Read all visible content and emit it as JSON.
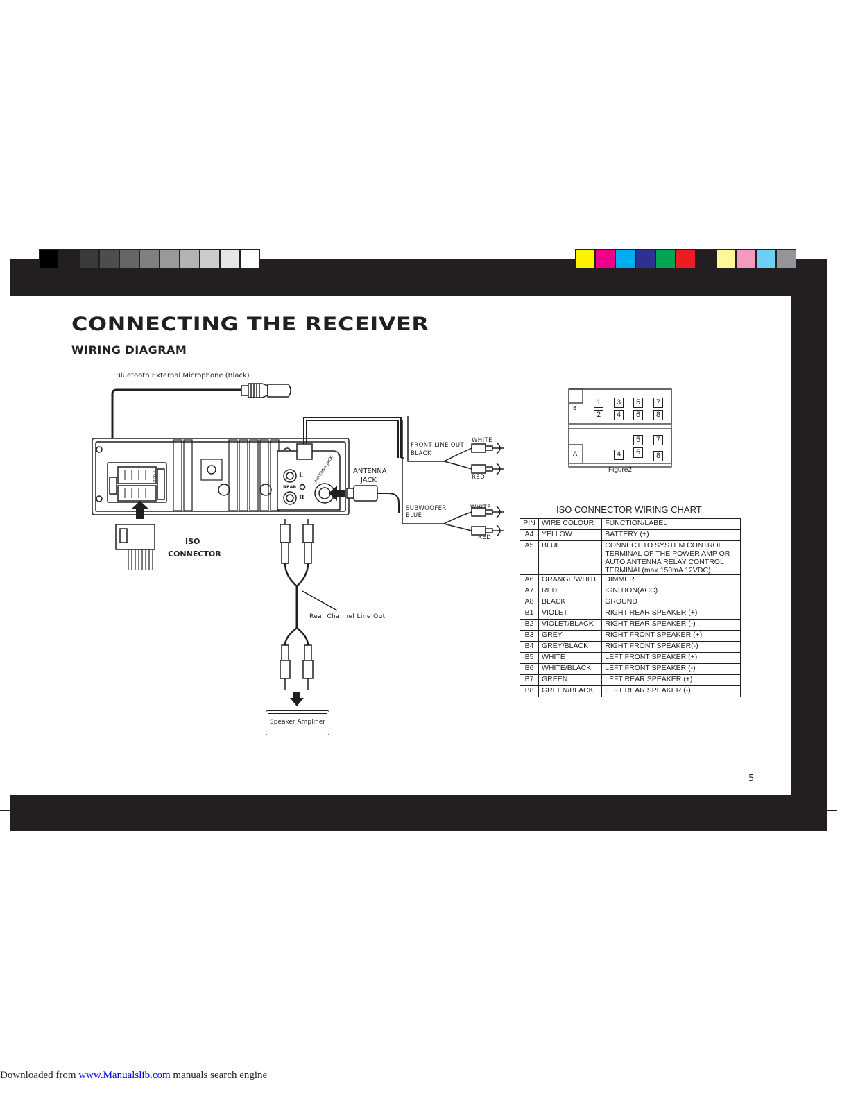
{
  "header": {
    "title": "CONNECTING THE RECEIVER",
    "subtitle": "WIRING DIAGRAM"
  },
  "colors": {
    "band": "#231f20",
    "grayscale_swatches": [
      "#000000",
      "#231f20",
      "#3a3a3a",
      "#4d4d4d",
      "#666666",
      "#808080",
      "#999999",
      "#b3b3b3",
      "#cccccc",
      "#e6e6e6",
      "#ffffff"
    ],
    "color_swatches": [
      "#fff200",
      "#ec008c",
      "#00aeef",
      "#2e3192",
      "#00a651",
      "#ed1c24",
      "#231f20",
      "#fff799",
      "#f49ac1",
      "#6dcff6",
      "#939598"
    ]
  },
  "diagram": {
    "mic_label": "Bluetooth External Microphone (Black)",
    "fuse_label": "FUSE",
    "iso_connector_label_1": "ISO",
    "iso_connector_label_2": "CONNECTOR",
    "rear_l": "L",
    "rear_label": "REAR",
    "rear_r": "R",
    "antenna_jack_curved": "ANTENNA JACK",
    "antenna_label_1": "ANTENNA",
    "antenna_label_2": "JACK",
    "front_line_out": "FRONT LINE OUT",
    "front_black": "BLACK",
    "front_white": "WHITE",
    "front_red": "RED",
    "subwoofer": "SUBWOOFER",
    "sub_blue": "BLUE",
    "sub_white": "WHITE",
    "sub_red": "RED",
    "rear_channel": "Rear Channel Line Out",
    "speaker_amp": "Speaker Amplifier"
  },
  "figure2": {
    "caption": "Figure2",
    "row_b_label": "B",
    "row_a_label": "A",
    "b_top": [
      "1",
      "3",
      "5",
      "7"
    ],
    "b_bottom": [
      "2",
      "4",
      "6",
      "8"
    ],
    "a_top": [
      "5",
      "7"
    ],
    "a_bottom": [
      "4",
      "6",
      "8"
    ]
  },
  "iso_chart": {
    "title": "ISO CONNECTOR WIRING CHART",
    "headers": [
      "PIN",
      "WIRE COLOUR",
      "FUNCTION/LABEL"
    ],
    "rows": [
      [
        "A4",
        "YELLOW",
        "BATTERY (+)"
      ],
      [
        "A5",
        "BLUE",
        "CONNECT TO SYSTEM CONTROL TERMINAL OF THE POWER AMP OR AUTO ANTENNA RELAY CONTROL TERMINAL(max 150mA 12VDC)"
      ],
      [
        "A6",
        "ORANGE/WHITE",
        "DIMMER"
      ],
      [
        "A7",
        "RED",
        "IGNITION(ACC)"
      ],
      [
        "A8",
        "BLACK",
        "GROUND"
      ],
      [
        "B1",
        "VIOLET",
        "RIGHT REAR SPEAKER (+)"
      ],
      [
        "B2",
        "VIOLET/BLACK",
        "RIGHT REAR SPEAKER (-)"
      ],
      [
        "B3",
        "GREY",
        "RIGHT FRONT SPEAKER (+)"
      ],
      [
        "B4",
        "GREY/BLACK",
        "RIGHT FRONT SPEAKER(-)"
      ],
      [
        "B5",
        "WHITE",
        "LEFT FRONT SPEAKER (+)"
      ],
      [
        "B6",
        "WHITE/BLACK",
        "LEFT FRONT SPEAKER (-)"
      ],
      [
        "B7",
        "GREEN",
        "LEFT  REAR SPEAKER (+)"
      ],
      [
        "B8",
        "GREEN/BLACK",
        "LEFT  REAR SPEAKER (-)"
      ]
    ]
  },
  "page_number": "5",
  "footer": {
    "prefix": "Downloaded from ",
    "link": "www.Manualslib.com",
    "suffix": "  manuals search engine"
  }
}
